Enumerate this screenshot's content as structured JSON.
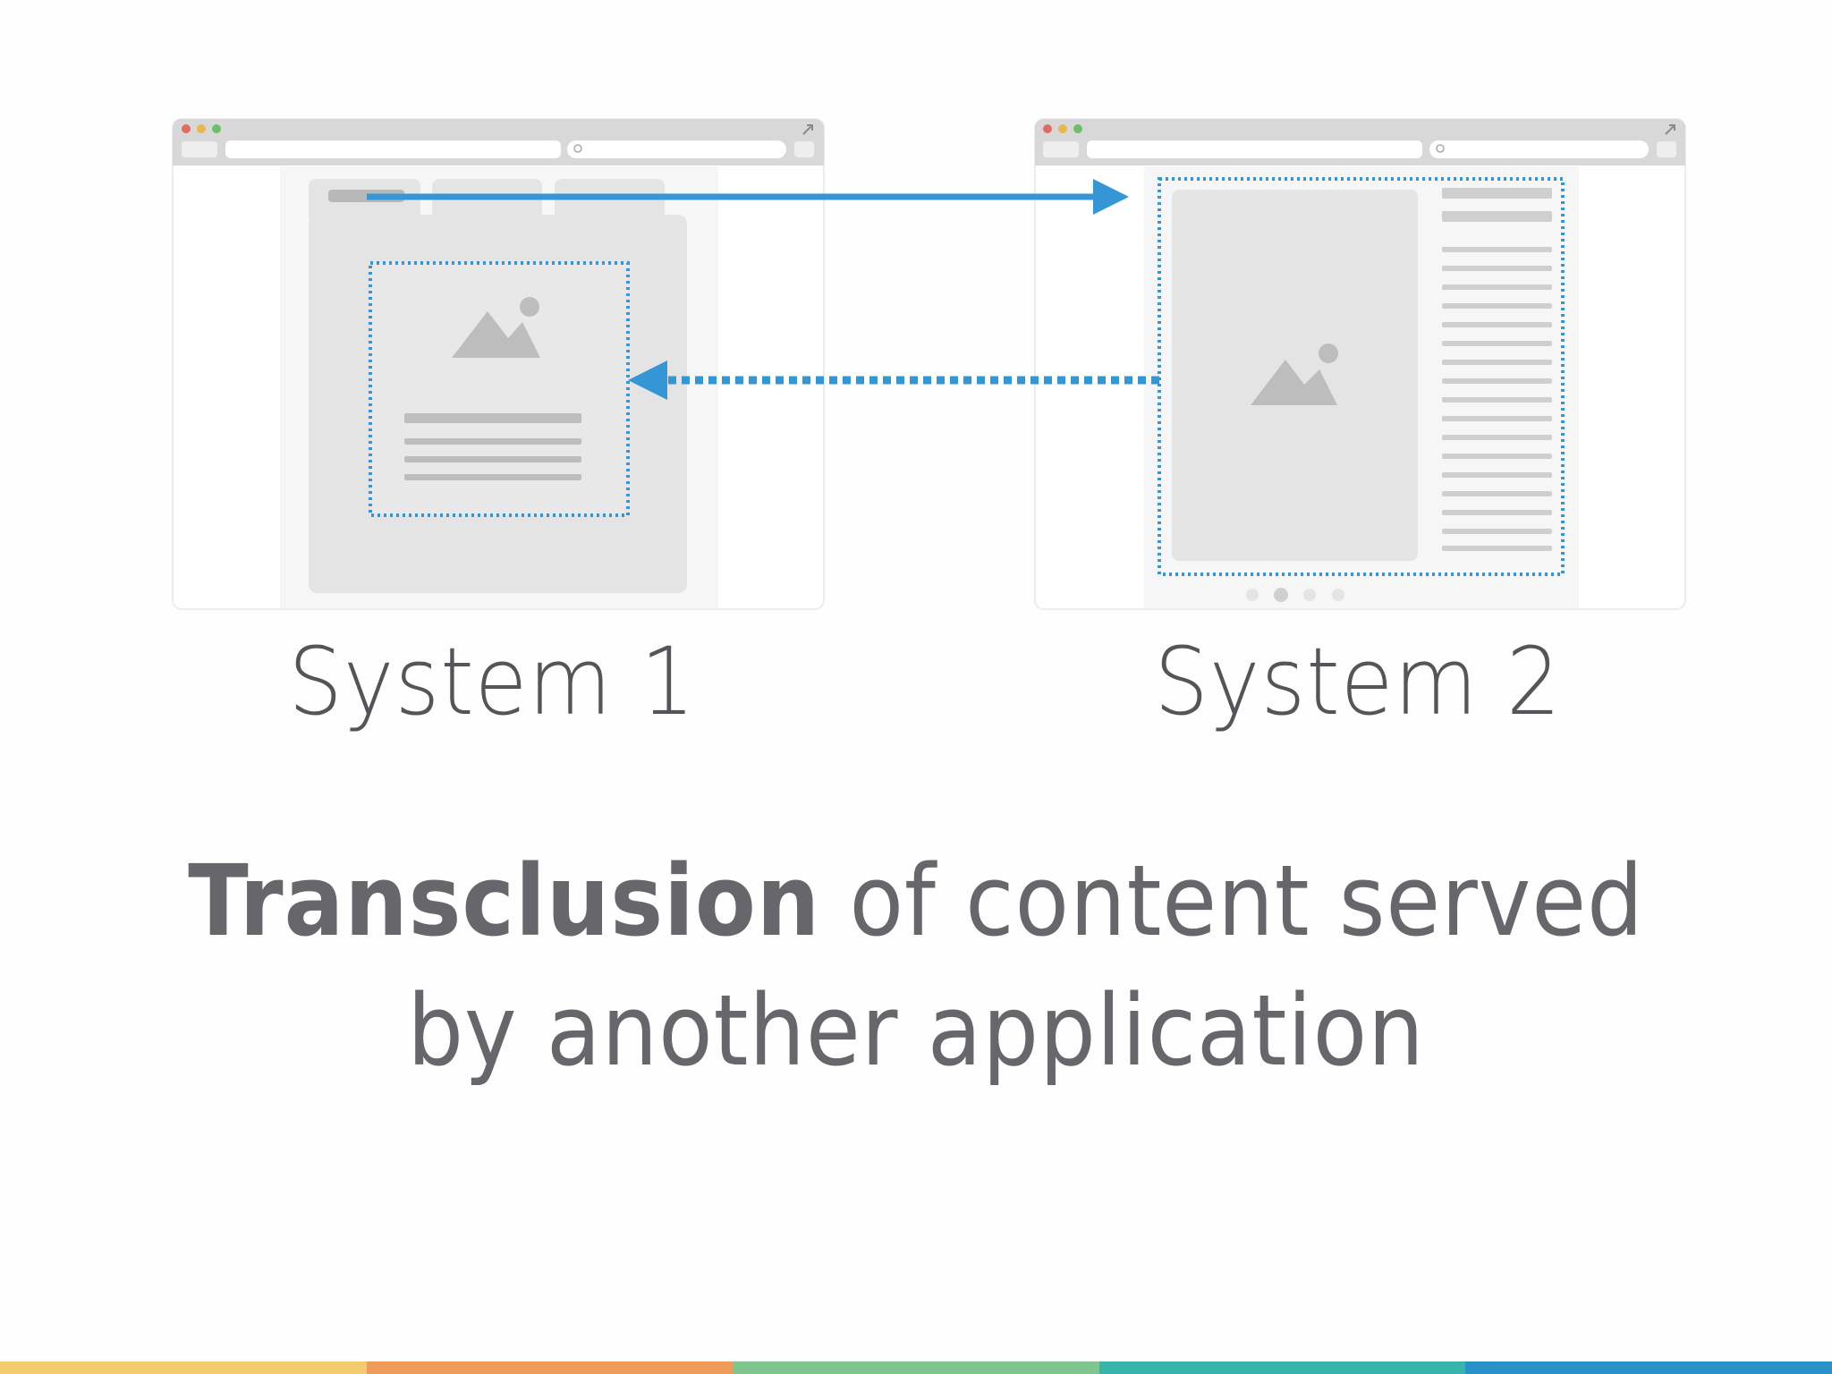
{
  "systems": [
    {
      "label": "System 1"
    },
    {
      "label": "System 2"
    }
  ],
  "caption": {
    "bold": "Transclusion",
    "rest": " of content served",
    "line2": "by another application"
  },
  "colors": {
    "arrow": "#3596d6",
    "window_chrome": "#d6d6d6",
    "placeholder": "#e5e5e6",
    "placeholder_line": "#bdbdbd",
    "text": "#545459",
    "footer_segments": [
      "#f4cb6e",
      "#ee9b5c",
      "#7ec58e",
      "#36b4ad",
      "#2a92c6"
    ]
  },
  "icons": [
    "image-placeholder-icon",
    "image-placeholder-icon"
  ]
}
